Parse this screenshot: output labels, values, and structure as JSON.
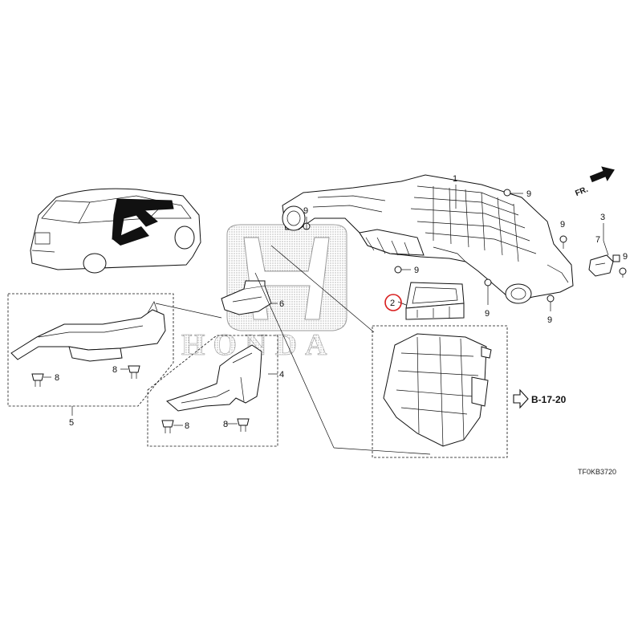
{
  "watermark": {
    "brand": "HONDA",
    "logo_icon": "honda-h-logo-icon"
  },
  "callouts": {
    "c1": "1",
    "c2": "2",
    "c3": "3",
    "c4": "4",
    "c5": "5",
    "c6": "6",
    "c7": "7",
    "c8a": "8",
    "c8b": "8",
    "c8c": "8",
    "c8d": "8",
    "c9a": "9",
    "c9b": "9",
    "c9c": "9",
    "c9d": "9",
    "c9e": "9",
    "c9f": "9",
    "c9g": "9"
  },
  "highlighted_callout": "2",
  "highlight_color": "#d81e1e",
  "reference": {
    "label": "B-17-20",
    "icon": "arrow-right-outline-icon"
  },
  "direction": {
    "label": "FR.",
    "icon": "front-direction-arrow-icon"
  },
  "diagram_code": "TF0KB3720",
  "icons": [
    "car-silhouette-icon",
    "screw-icon",
    "clip-icon",
    "duct-icon",
    "heater-unit-icon",
    "filter-lid-icon"
  ]
}
